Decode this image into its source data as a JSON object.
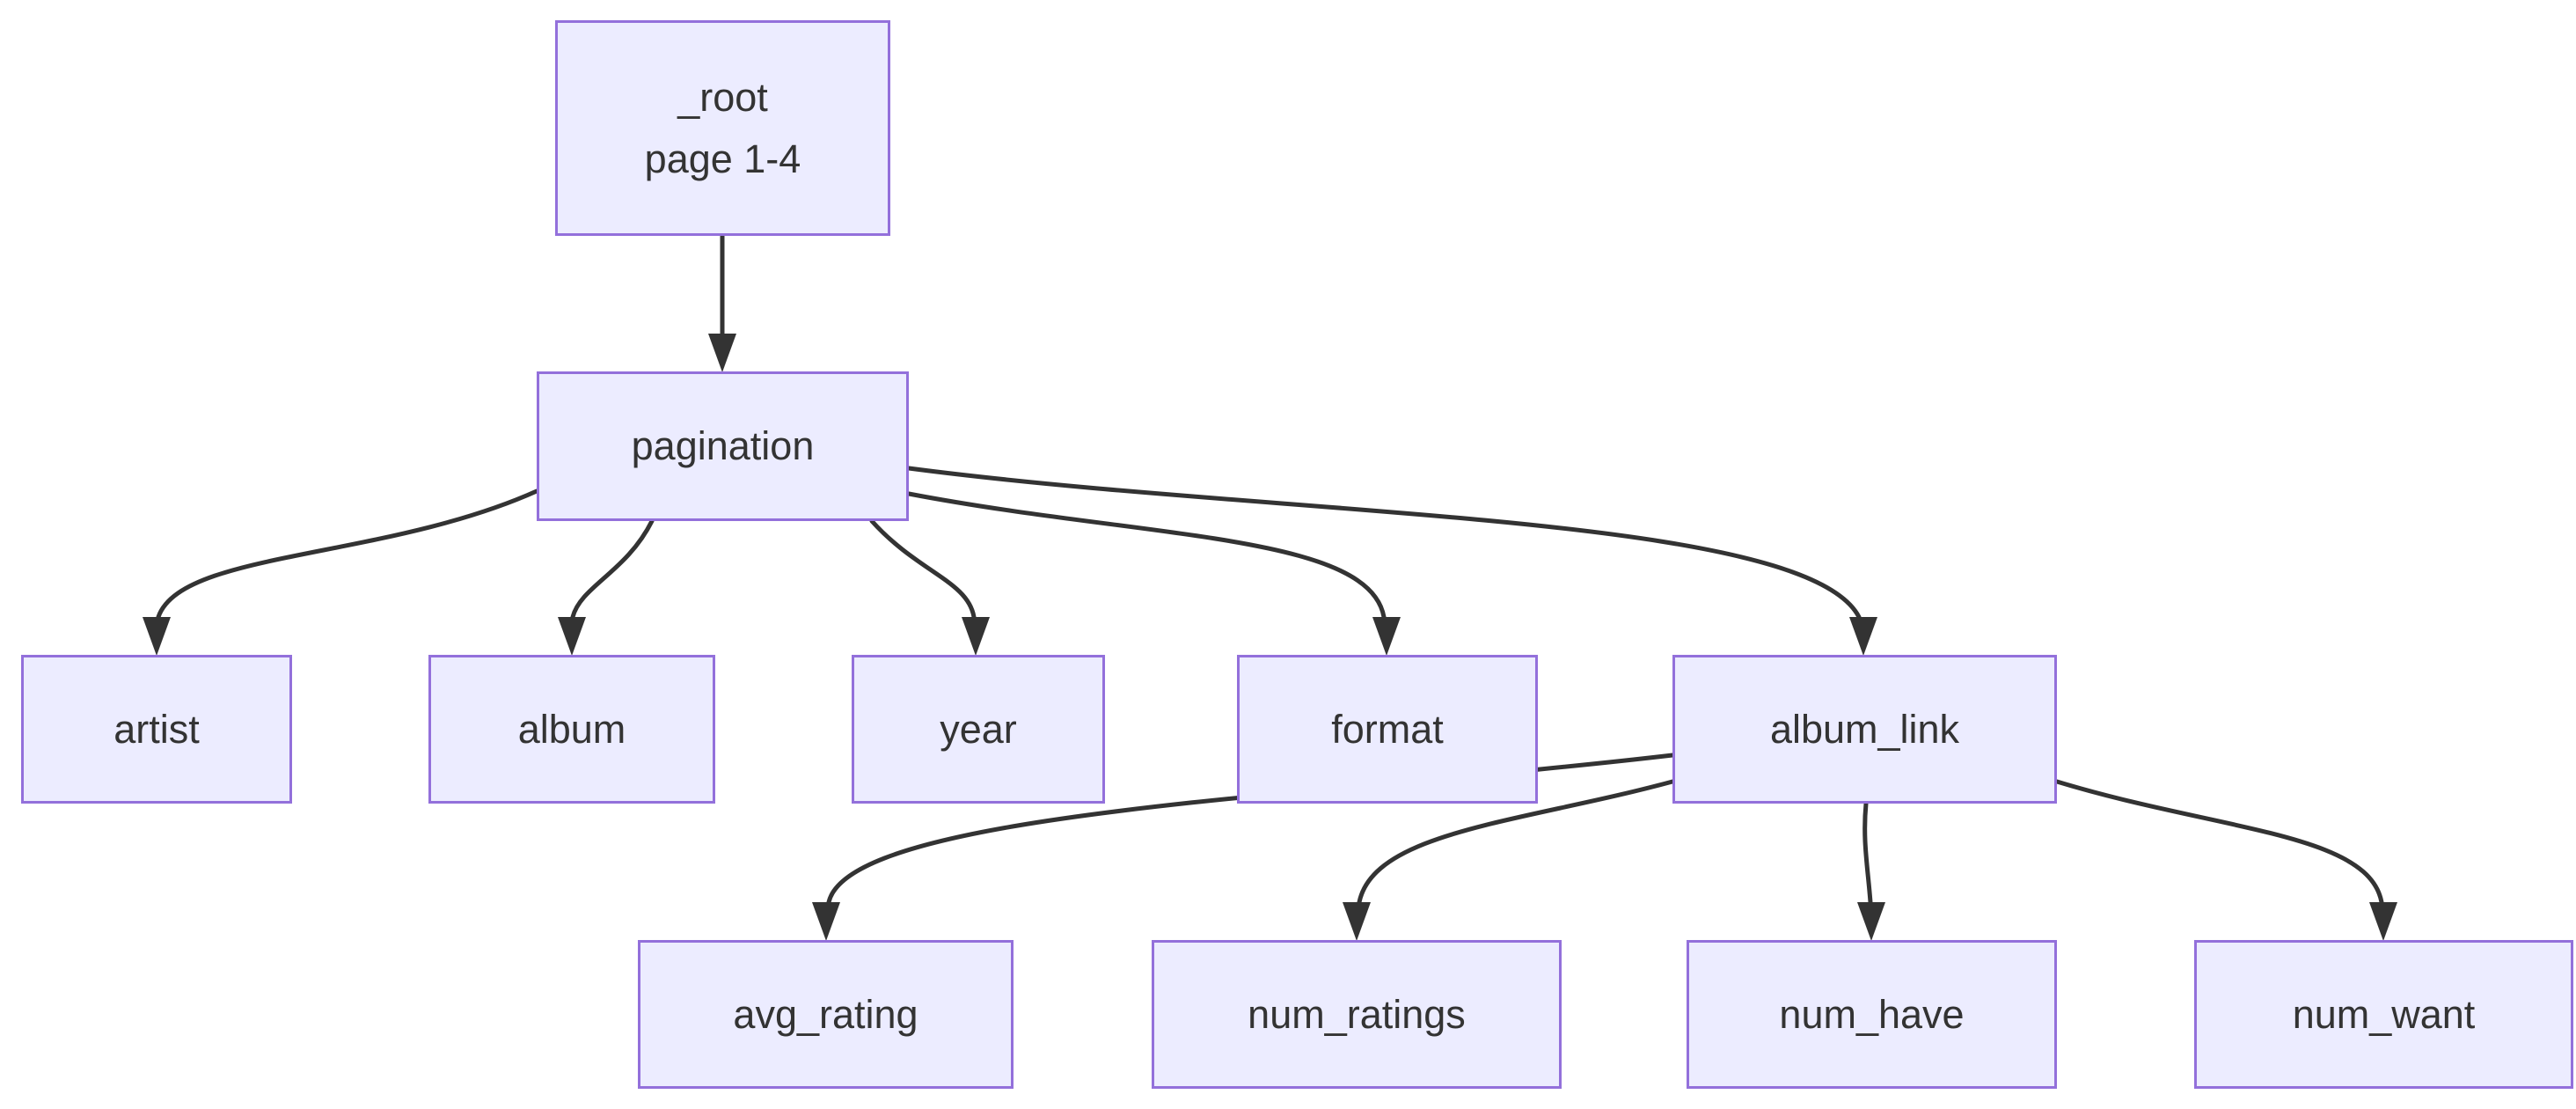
{
  "diagram": {
    "type": "flowchart-tree",
    "direction": "top-down",
    "colors": {
      "node_fill": "#ECECFF",
      "node_border": "#9370DB",
      "edge_line": "#333333",
      "text": "#333333",
      "background": "#FFFFFF"
    },
    "nodes": [
      {
        "id": "_root",
        "lines": [
          "_root",
          "page 1-4"
        ]
      },
      {
        "id": "pagination",
        "lines": [
          "pagination"
        ]
      },
      {
        "id": "artist",
        "lines": [
          "artist"
        ]
      },
      {
        "id": "album",
        "lines": [
          "album"
        ]
      },
      {
        "id": "year",
        "lines": [
          "year"
        ]
      },
      {
        "id": "format",
        "lines": [
          "format"
        ]
      },
      {
        "id": "album_link",
        "lines": [
          "album_link"
        ]
      },
      {
        "id": "avg_rating",
        "lines": [
          "avg_rating"
        ]
      },
      {
        "id": "num_ratings",
        "lines": [
          "num_ratings"
        ]
      },
      {
        "id": "num_have",
        "lines": [
          "num_have"
        ]
      },
      {
        "id": "num_want",
        "lines": [
          "num_want"
        ]
      }
    ],
    "edges": [
      {
        "from": "_root",
        "to": "pagination"
      },
      {
        "from": "pagination",
        "to": "artist"
      },
      {
        "from": "pagination",
        "to": "album"
      },
      {
        "from": "pagination",
        "to": "year"
      },
      {
        "from": "pagination",
        "to": "format"
      },
      {
        "from": "pagination",
        "to": "album_link"
      },
      {
        "from": "album_link",
        "to": "avg_rating"
      },
      {
        "from": "album_link",
        "to": "num_ratings"
      },
      {
        "from": "album_link",
        "to": "num_have"
      },
      {
        "from": "album_link",
        "to": "num_want"
      }
    ]
  }
}
